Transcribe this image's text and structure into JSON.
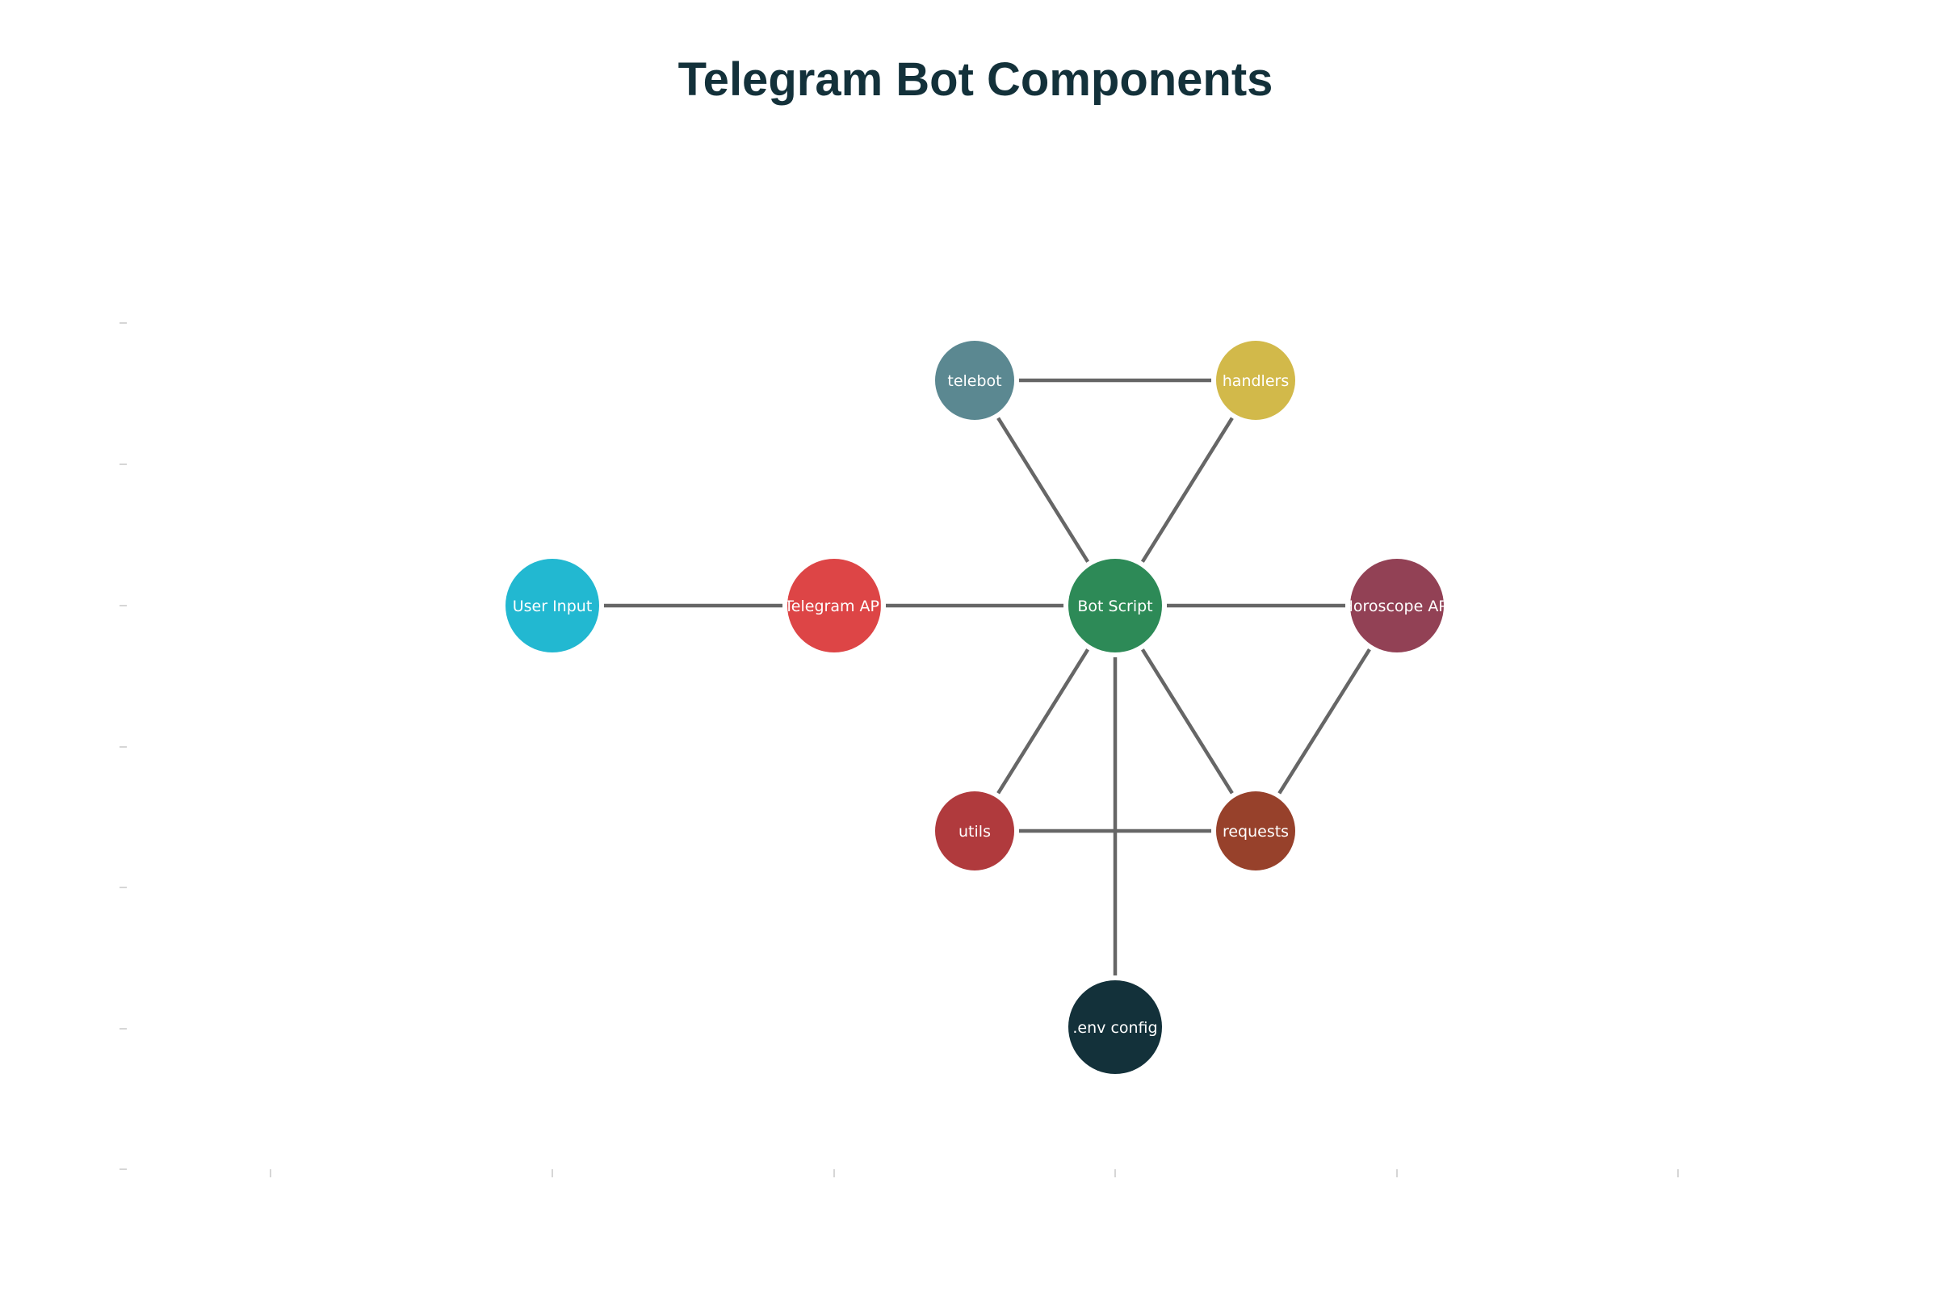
{
  "diagram": {
    "title": "Telegram Bot Components",
    "nodes": [
      {
        "id": "user_input",
        "label": "User Input",
        "color": "#22b8d1"
      },
      {
        "id": "telegram_api",
        "label": "Telegram API",
        "color": "#dd4546"
      },
      {
        "id": "bot_script",
        "label": "Bot Script",
        "color": "#2d8a57"
      },
      {
        "id": "horoscope_api",
        "label": "Horoscope API",
        "color": "#924155"
      },
      {
        "id": "telebot",
        "label": "telebot",
        "color": "#5b8891"
      },
      {
        "id": "handlers",
        "label": "handlers",
        "color": "#d2b94a"
      },
      {
        "id": "utils",
        "label": "utils",
        "color": "#b03a3d"
      },
      {
        "id": "requests",
        "label": "requests",
        "color": "#97412b"
      },
      {
        "id": "env_config",
        "label": ".env config",
        "color": "#13313a"
      }
    ],
    "edges": [
      [
        "user_input",
        "telegram_api"
      ],
      [
        "telegram_api",
        "bot_script"
      ],
      [
        "bot_script",
        "horoscope_api"
      ],
      [
        "bot_script",
        "telebot"
      ],
      [
        "bot_script",
        "handlers"
      ],
      [
        "telebot",
        "handlers"
      ],
      [
        "bot_script",
        "utils"
      ],
      [
        "bot_script",
        "requests"
      ],
      [
        "bot_script",
        "env_config"
      ],
      [
        "utils",
        "requests"
      ],
      [
        "horoscope_api",
        "requests"
      ]
    ]
  }
}
